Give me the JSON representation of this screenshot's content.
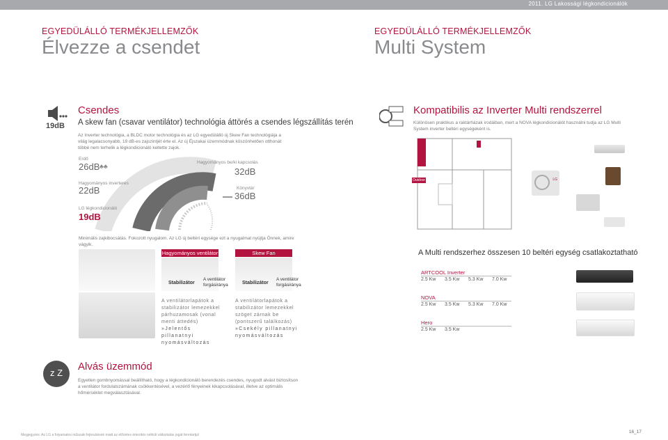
{
  "header": {
    "brand_text": "2011. LG Lakossági légkondicionálók",
    "page_mark": ""
  },
  "left": {
    "kicker": "EGYEDÜLÁLLÓ TERMÉKJELLEMZŐK",
    "title": "Élvezze a csendet",
    "icon_badge": "19dB",
    "section_title": "Csendes",
    "section_subtitle": "A skew fan (csavar ventilátor) technológia áttörés a csendes légszállítás terén",
    "paragraph": "Az Inverter technológia, a BLDC motor technológia és az LG egyedülálló új Skew Fan technológiája a világ legalacsonyabb, 19 dB-es zajszintjét érte el. Az új Éjszakai üzemmódnak köszönhetően otthonát többé nem terhelik a légkondicionáló keltette zajok.",
    "gauge": {
      "erdo_label": "Erdő",
      "erdo_value": "26dB",
      "hagyomanyos_label": "Hagyományos be/ki kapcsolás",
      "hagyomanyos_value": "32dB",
      "inverteres_label": "Hagyományos inverteres",
      "inverteres_value": "22dB",
      "konyvtar_label": "Könyvtár",
      "konyvtar_value": "36dB",
      "lg_label": "LG légkondicionáló",
      "lg_value": "19dB"
    },
    "caption": "Minimális zajkibocsátás. Fokozott nyugalom. Az LG új beltéri egysége ezt a nyugalmat nyújtja Önnek, amire vágyik.",
    "fan_conventional": {
      "banner": "Hagyományos ventilátor",
      "stabilizer": "Stabilizátor",
      "rotation": "A ventilátor forgásiránya",
      "desc": "A ventilátorlapátok a stabilizátor lemezekkel párhuzamosak (vonal menti áttedés)",
      "effect": "»Jelentős pillanatnyi nyomásváltozás"
    },
    "fan_skew": {
      "banner": "Skew Fan",
      "stabilizer": "Stabilizátor",
      "rotation": "A ventilátor forgásiránya",
      "desc": "A ventilátorlapátok a stabilizátor lemezekkel szöget zárnak be (pontszerű találkozás)",
      "effect": "»Csekély pillanatnyi nyomásváltozás"
    },
    "sleep": {
      "icon_text": "z Z",
      "title": "Alvás üzemmód",
      "paragraph": "Egyetlen gombnyomással beállítható, hogy a légkondicionáló berendezés csendes, nyugodt alvást biztosítson a ventilátor fordulatszámának csökkentésével, a vezérlő fényeinek kikapcsolásával, illetve az optimális hőmérséklet megválasztásával."
    },
    "footer": "Megjegyzés: Az LG a folyamatos műszaki fejlesztések miatt az előzetes értesítés nélküli változtatás jogát fenntartja!"
  },
  "right": {
    "kicker": "EGYEDÜLÁLLÓ TERMÉKJELLEMZŐK",
    "title": "Multi System",
    "section_title": "Kompatibilis az Inverter Multi rendszerrel",
    "paragraph": "Különösen praktikus a raktárházak irodáiban, mert a NOVA légkondicionálót használni tudja az LG Multi System inverter beltéri egységeként is.",
    "plan_label": "Outdoor",
    "outdoor_brand": "LG",
    "heading": "A Multi rendszerhez összesen 10 beltéri egység csatlakoztatható",
    "models": [
      {
        "name": "ARTCOOL Inverter",
        "caps": [
          "2.5 Kw",
          "3.5 Kw",
          "5.3 Kw",
          "7.0 Kw"
        ]
      },
      {
        "name": "NOVA",
        "caps": [
          "2.5 Kw",
          "3.5 Kw",
          "5.3 Kw",
          "7.0 Kw"
        ]
      },
      {
        "name": "Hero",
        "caps": [
          "2.5 Kw",
          "3.5 Kw"
        ]
      }
    ]
  },
  "page_numbers": "16_17",
  "colors": {
    "accent": "#b3143f",
    "title_gray": "#888a8d",
    "bar_gray": "#a8a9ad"
  }
}
